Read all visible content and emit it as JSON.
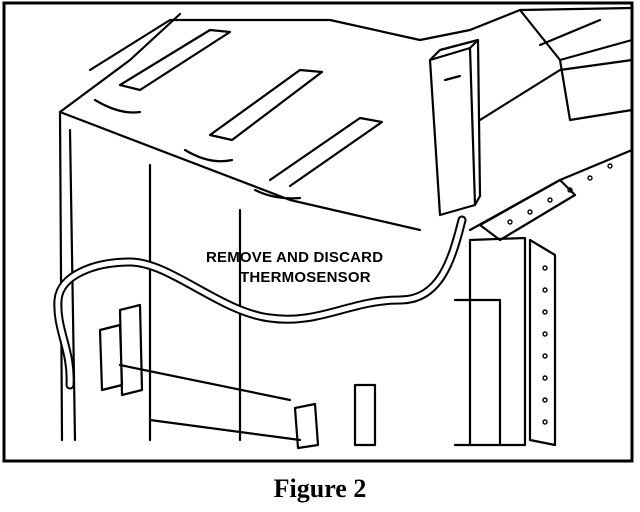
{
  "figure": {
    "callout_line1": "REMOVE AND DISCARD",
    "callout_line2": "THERMOSENSOR",
    "caption": "Figure 2"
  }
}
